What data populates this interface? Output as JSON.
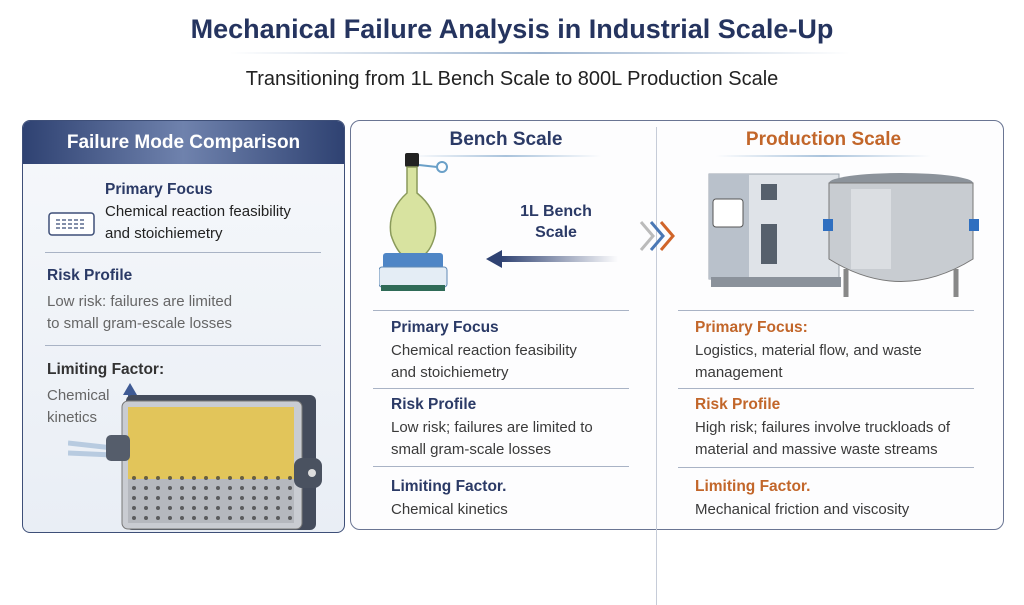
{
  "title": "Mechanical Failure Analysis in Industrial Scale-Up",
  "subtitle": "Transitioning from 1L Bench Scale to 800L Production Scale",
  "left_panel": {
    "header": "Failure Mode Comparison",
    "sections": [
      {
        "heading": "Primary Focus",
        "body_lines": [
          "Chemical reaction feasibility",
          "and stoichiemetry"
        ]
      },
      {
        "heading": "Risk Profile",
        "body_lines": [
          "Low risk: failures are limited",
          "to small gram-escale losses"
        ]
      },
      {
        "heading": "Limiting Factor:",
        "body_lines": [
          "Chemical",
          "kinetics"
        ]
      }
    ]
  },
  "bench": {
    "title": "Bench Scale",
    "arrow_label_lines": [
      "1L Bench",
      "Scale"
    ],
    "sections": [
      {
        "heading": "Primary Focus",
        "body_lines": [
          "Chemical reaction feasibility",
          "and stoichiemetry"
        ]
      },
      {
        "heading": "Risk Profile",
        "body_lines": [
          "Low risk; failures are limited to",
          "small gram-scale losses"
        ]
      },
      {
        "heading": "Limiting Factor.",
        "body_lines": [
          "Chemical kinetics"
        ]
      }
    ]
  },
  "production": {
    "title": "Production Scale",
    "sections": [
      {
        "heading": "Primary Focus:",
        "body_lines": [
          "Logistics, material flow, and waste",
          "management"
        ]
      },
      {
        "heading": "Risk Profile",
        "body_lines": [
          "High risk; failures involve truckloads of",
          "material and massive waste streams"
        ]
      },
      {
        "heading": "Limiting Factor.",
        "body_lines": [
          "Mechanical friction and viscosity"
        ]
      }
    ]
  },
  "colors": {
    "navy": "#25345f",
    "orange": "#c2662a"
  }
}
